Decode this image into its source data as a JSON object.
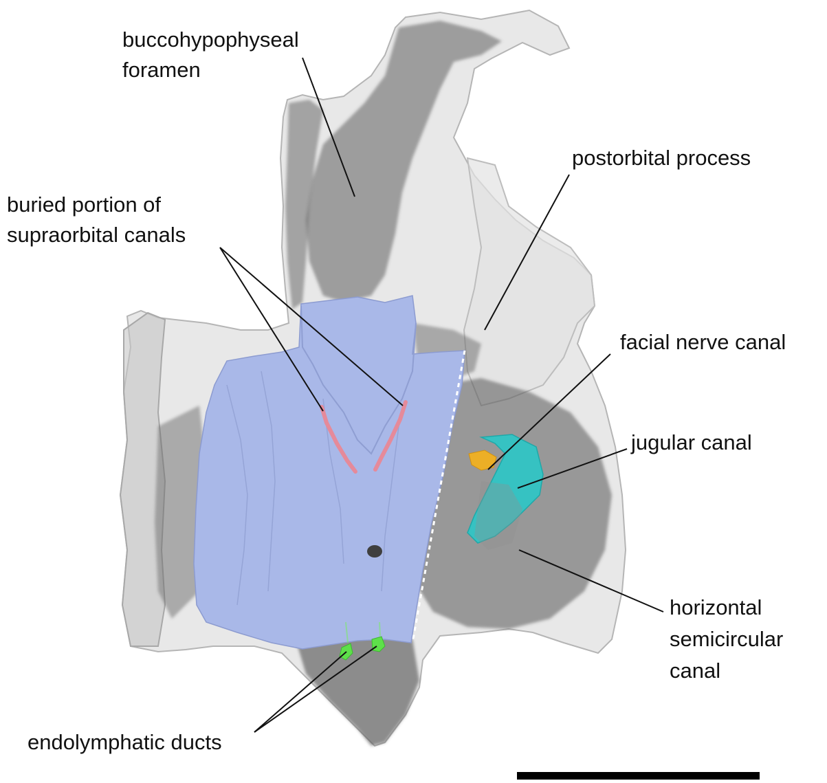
{
  "figure": {
    "labels": {
      "buccohypophyseal_line1": "buccohypophyseal",
      "buccohypophyseal_line2": "foramen",
      "postorbital_process": "postorbital process",
      "buried_line1": "buried portion of",
      "buried_line2": "supraorbital canals",
      "facial_nerve_canal": "facial nerve canal",
      "jugular_canal": "jugular canal",
      "horizontal_line1": "horizontal",
      "horizontal_line2": "semicircular",
      "horizontal_line3": "canal",
      "endolymphatic_ducts": "endolymphatic ducts"
    },
    "colors": {
      "background": "#ffffff",
      "bone_translucent": "#d9d9d9",
      "bone_dense": "#6e6e6e",
      "dermal_skull_roof": "#a9b8e8",
      "supraorbital_canals": "#e58a9a",
      "jugular_canal": "#2bc6c6",
      "facial_nerve_canal": "#f0b020",
      "endolymphatic_ducts": "#5ee04a",
      "leader_lines": "#111111",
      "scale_bar": "#000000"
    }
  }
}
